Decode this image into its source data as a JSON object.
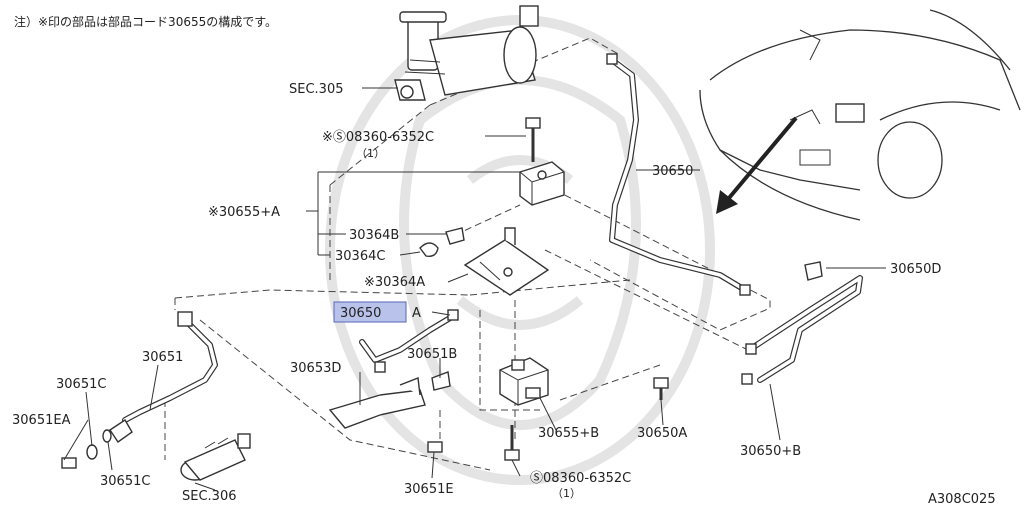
{
  "note": "注）※印の部品は部品コード30655の構成です。",
  "diagram_code": "A308C025",
  "labels": {
    "sec305": "SEC.305",
    "bolt_top": "※Ⓢ08360-6352C",
    "bolt_top_qty": "（1）",
    "p30650": "30650",
    "p30655a": "※30655+A",
    "p30364b": "30364B",
    "p30364c": "30364C",
    "p30364a": "※30364A",
    "p30650d": "30650D",
    "p30650a_sel": "30650",
    "p30650a_sfx": "A",
    "p30651": "30651",
    "p30651b": "30651B",
    "p30653d": "30653D",
    "p30651c_top": "30651C",
    "p30651ea": "30651EA",
    "p30651c_bot": "30651C",
    "sec306": "SEC.306",
    "p30651e": "30651E",
    "p30655b": "30655+B",
    "p30650a2": "30650A",
    "p30650b": "30650+B",
    "bolt_bot": "Ⓢ08360-6352C",
    "bolt_bot_qty": "（1）"
  },
  "colors": {
    "highlight": "#b9c2ea",
    "highlight_border": "#5a66b8",
    "ink": "#333333"
  }
}
